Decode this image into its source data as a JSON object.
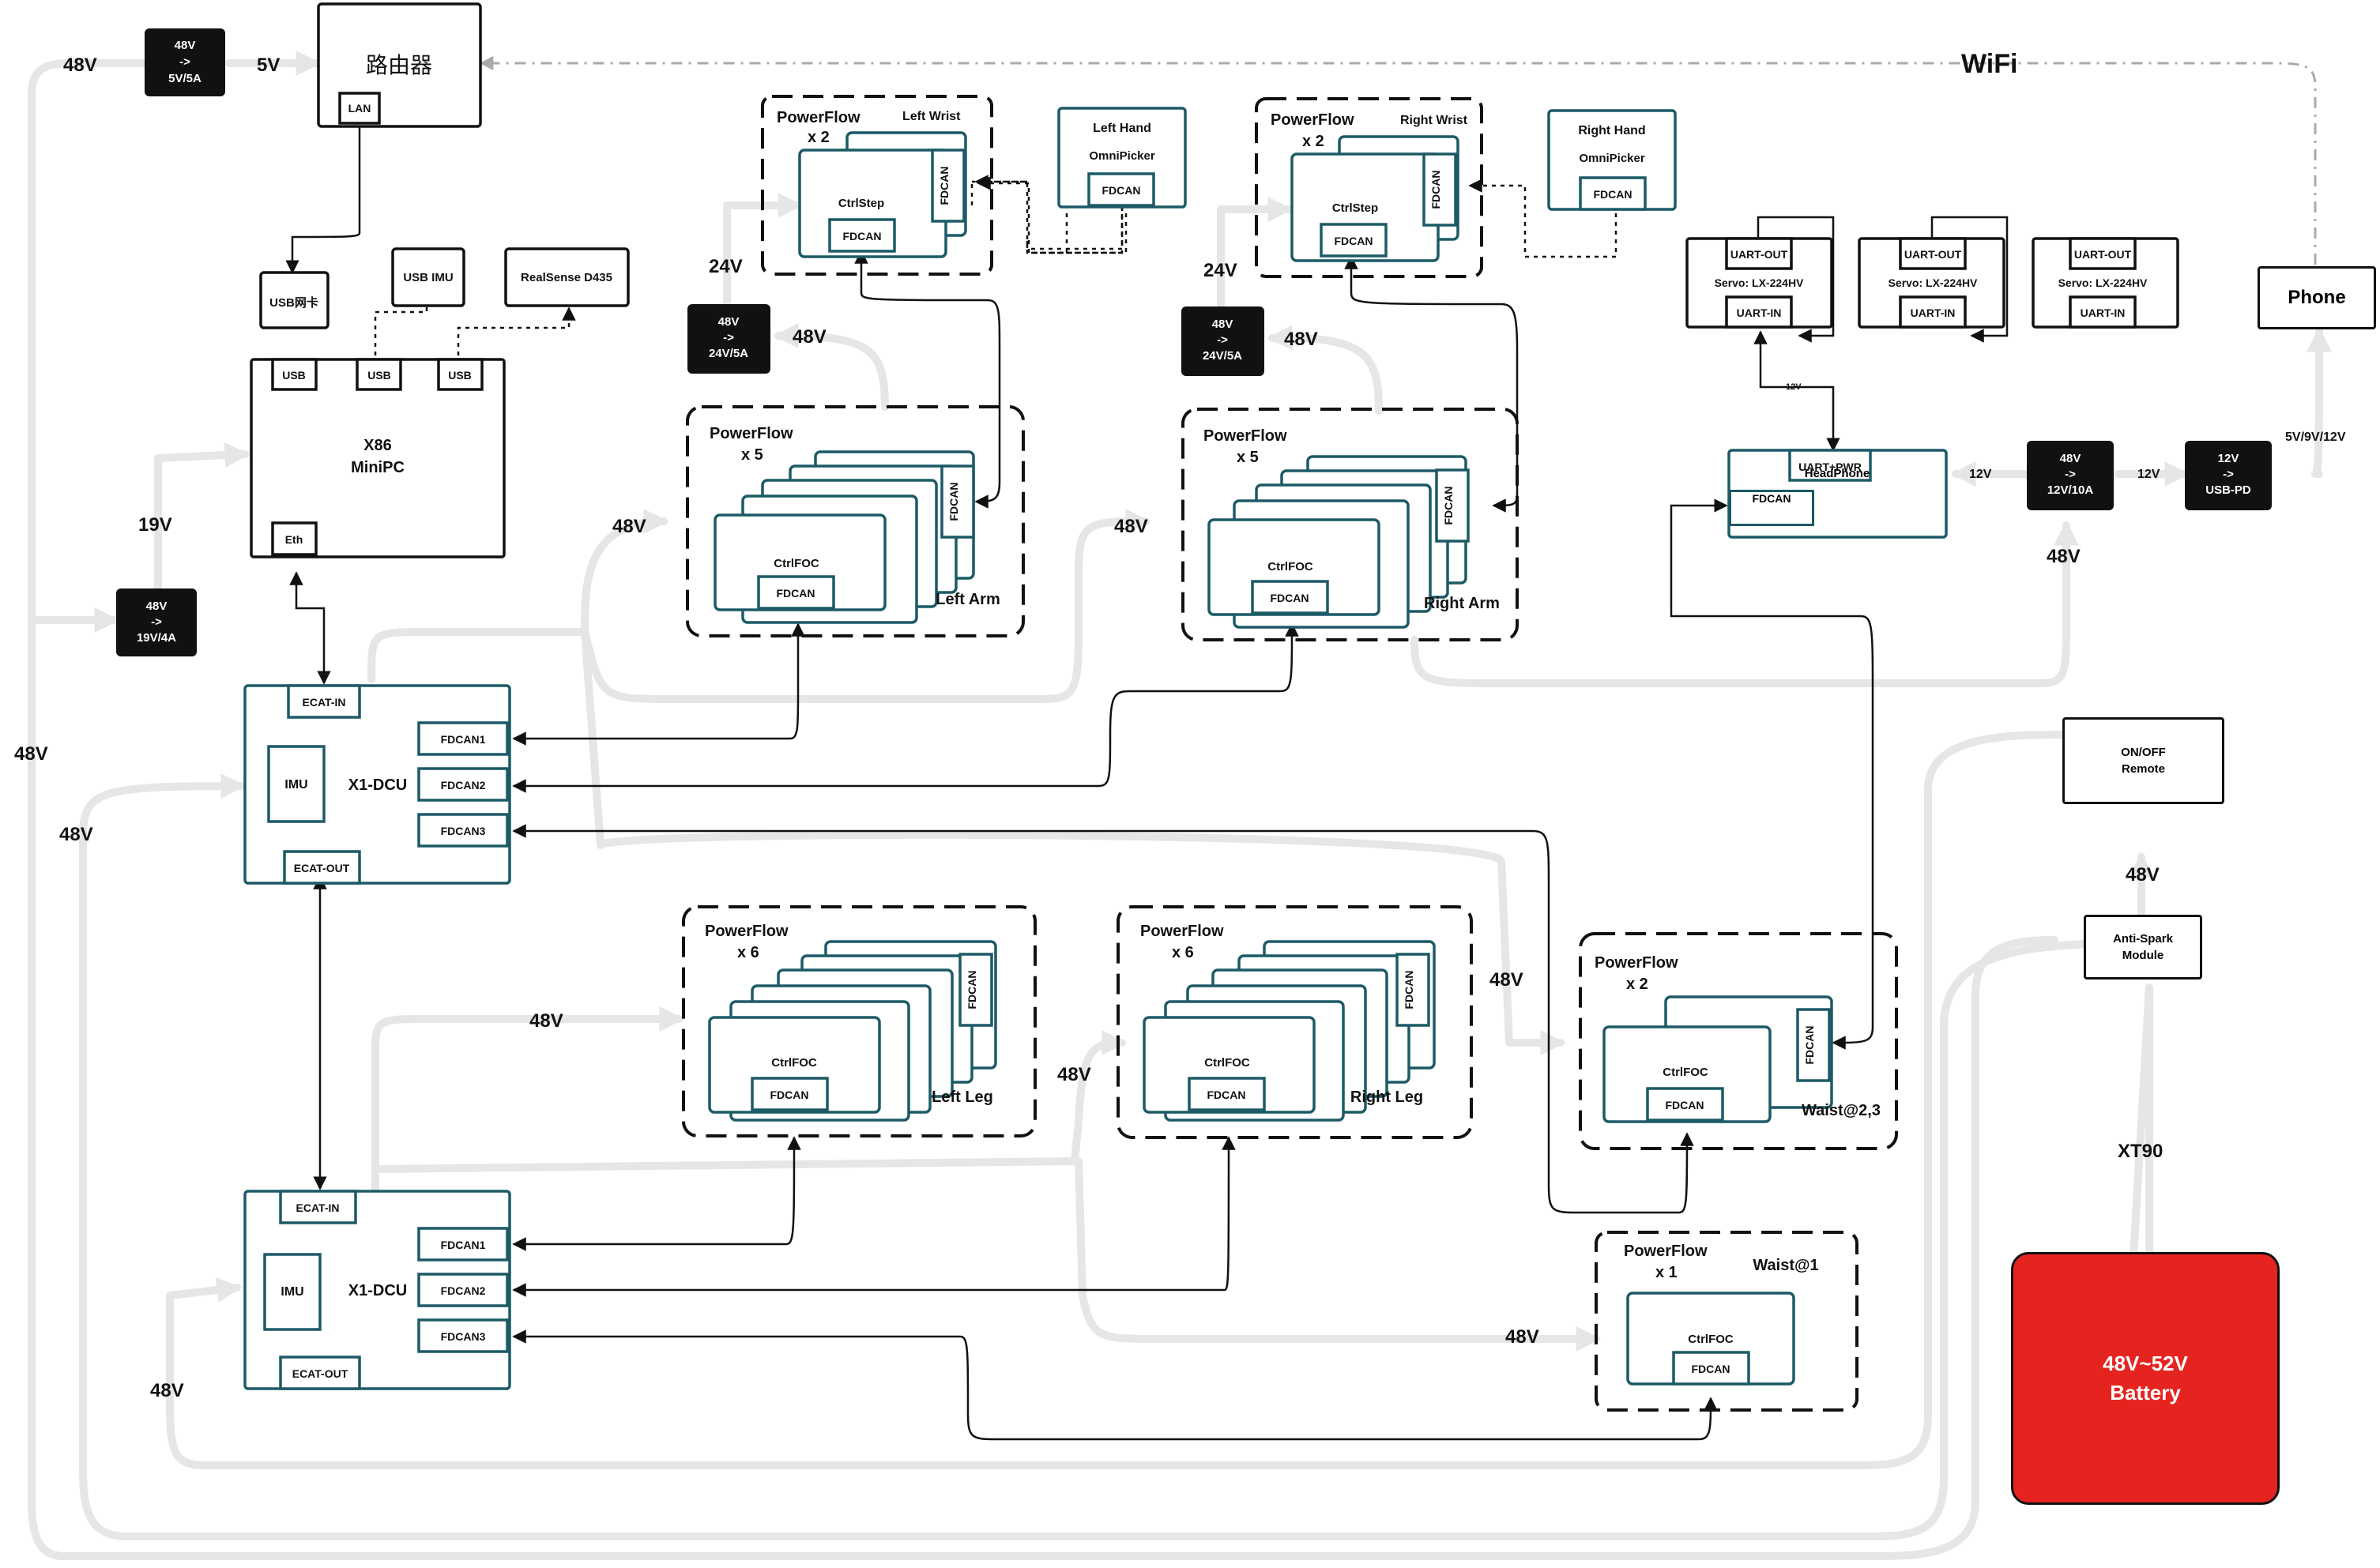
{
  "labels": {
    "v48": "48V",
    "v5": "5V",
    "v19": "19V",
    "v24": "24V",
    "v12": "12V",
    "wifi": "WiFi",
    "xt90": "XT90",
    "usb_pd_out": "5V/9V/12V",
    "arrow": "->",
    "headphone_12v": "12V"
  },
  "converters": {
    "c_5v": [
      "48V",
      "->",
      "5V/5A"
    ],
    "c_19v": [
      "48V",
      "->",
      "19V/4A"
    ],
    "c_24v": [
      "48V",
      "->",
      "24V/5A"
    ],
    "c_12v": [
      "48V",
      "->",
      "12V/10A"
    ],
    "c_pd": [
      "12V",
      "->",
      "USB-PD"
    ]
  },
  "router": {
    "title": "路由器",
    "port": "LAN"
  },
  "usb_nic": "USB网卡",
  "usb_imu": "USB IMU",
  "realsense": "RealSense D435",
  "minipc": {
    "title1": "X86",
    "title2": "MiniPC",
    "port_usb": "USB",
    "port_eth": "Eth"
  },
  "dcu": {
    "title": "X1-DCU",
    "imu": "IMU",
    "ecat_in": "ECAT-IN",
    "ecat_out": "ECAT-OUT",
    "fdcan1": "FDCAN1",
    "fdcan2": "FDCAN2",
    "fdcan3": "FDCAN3"
  },
  "powerflow": "PowerFlow",
  "counts": {
    "x1": "x 1",
    "x2": "x 2",
    "x5": "x 5",
    "x6": "x 6"
  },
  "groups": {
    "left_wrist": "Left Wrist",
    "right_wrist": "Right Wrist",
    "left_arm": "Left Arm",
    "right_arm": "Right Arm",
    "left_leg": "Left Leg",
    "right_leg": "Right Leg",
    "waist23": "Waist@2,3",
    "waist1": "Waist@1"
  },
  "modules": {
    "ctrlstep": "CtrlStep",
    "ctrlfoc": "CtrlFOC",
    "fdcan": "FDCAN"
  },
  "hands": {
    "left": "Left Hand",
    "right": "Right Hand",
    "picker": "OmniPicker"
  },
  "servo": {
    "uart_out": "UART-OUT",
    "uart_in": "UART-IN",
    "name": "Servo: LX-224HV"
  },
  "headphone": {
    "title": "HeadPhone",
    "port": "UART+PWR",
    "fdcan": "FDCAN"
  },
  "phone": "Phone",
  "onoff": [
    "ON/OFF",
    "Remote"
  ],
  "antispark": [
    "Anti-Spark",
    "Module"
  ],
  "battery": {
    "line1": "48V~52V",
    "line2": "Battery",
    "color": "#e52420"
  }
}
